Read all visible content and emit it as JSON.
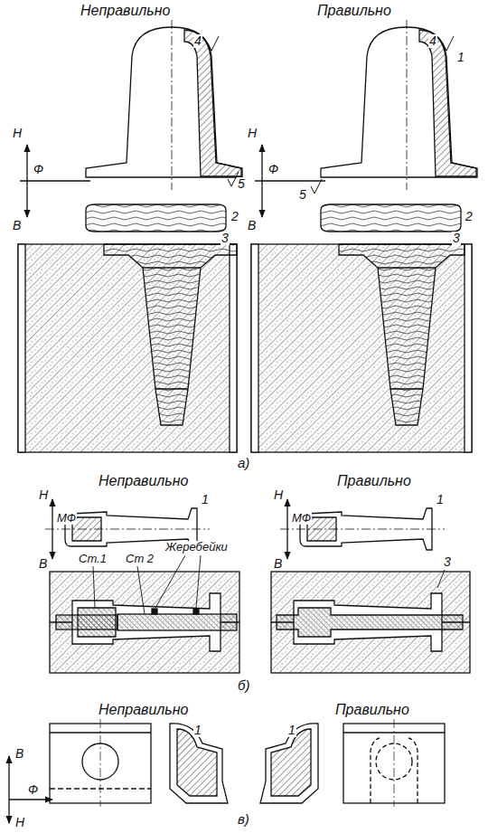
{
  "diagram": {
    "labels": [
      "Неправильно",
      "Правильно",
      "4",
      "Н",
      "Ф",
      "В",
      "5",
      "2",
      "3",
      "4",
      "1",
      "Н",
      "Ф",
      "В",
      "5",
      "2",
      "3",
      "а)",
      "Неправильно",
      "Правильно",
      "Н",
      "МФ",
      "В",
      "1",
      "Н",
      "МФ",
      "В",
      "1",
      "Ст.1",
      "Ст 2",
      "Жеребейки",
      "3",
      "б)",
      "Неправильно",
      "Правильно",
      "В",
      "Ф",
      "Н",
      "1",
      "1",
      "в)"
    ]
  }
}
